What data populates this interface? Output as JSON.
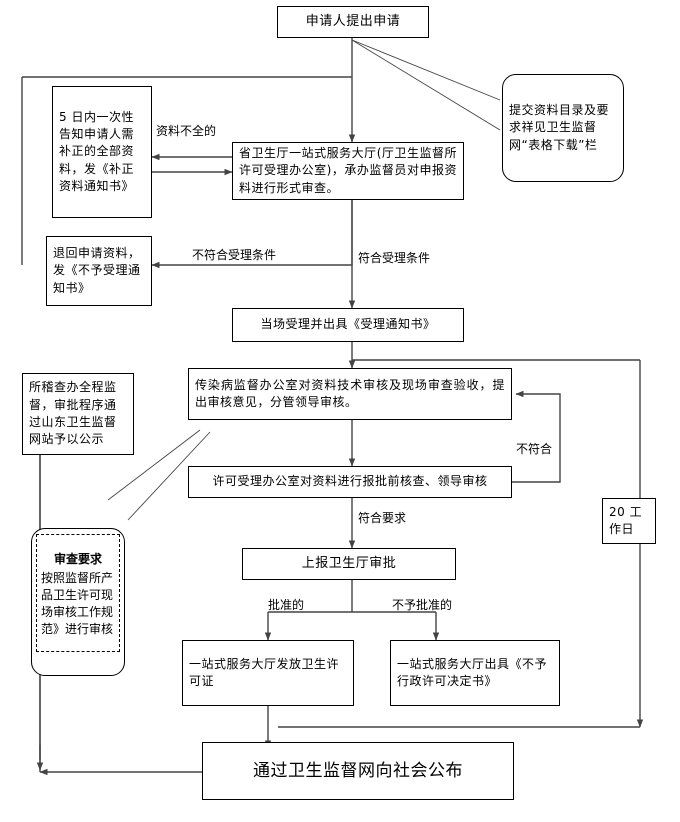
{
  "diagram": {
    "title_node": "申请人提出申请",
    "nodes": {
      "apply": "申请人提出申请",
      "note_submit": "提交资料目录及要求祥见卫生监督网“表格下载”栏",
      "supplement": "5 日内一次性告知申请人需补正的全部资料，发《补正资料通知书》",
      "formal_review": "省卫生厅一站式服务大厅(厅卫生监督所许可受理办公室)，承办监督员对申报资料进行形式审查。",
      "return_material": "退回申请资料，发《不予受理通知书》",
      "accept": "当场受理并出具《受理通知书》",
      "supervise_note": "所稽查办全程监督，审批程序通过山东卫生监督网站予以公示",
      "tech_review": "传染病监督办公室对资料技术审核及现场审查验收，提出审核意见，分管领导审核。",
      "pre_approval": "许可受理办公室对资料进行报批前核查、领导审核",
      "review_req_title": "审查要求",
      "review_req_body": "按照监督所产品卫生许可现场审核工作规范》进行审核",
      "report": "上报卫生厅审批",
      "issue_license": "一站式服务大厅发放卫生许可证",
      "refuse_decision": "一站式服务大厅出具《不予行政许可决定书》",
      "publish": "通过卫生监督网向社会公布",
      "working_days": "20  工作日"
    },
    "edge_labels": {
      "incomplete": "资料不全的",
      "not_meet_accept": "不符合受理条件",
      "meet_accept": "符合受理条件",
      "not_meet": "不符合",
      "meet_req": "符合要求",
      "approved": "批准的",
      "not_approved": "不予批准的"
    },
    "colors": {
      "line": "#444444",
      "border": "#000000",
      "background": "#ffffff",
      "text": "#000000"
    }
  }
}
